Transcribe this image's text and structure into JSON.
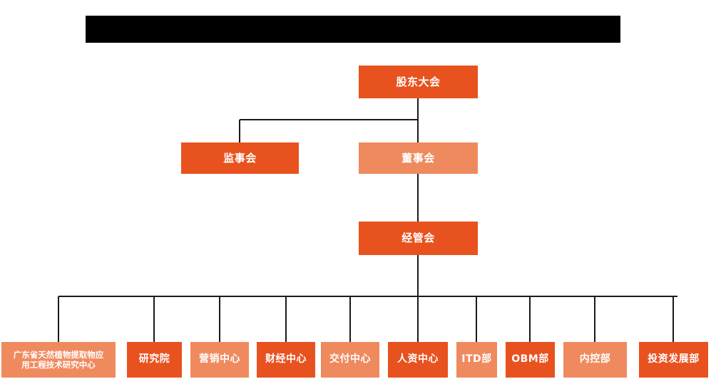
{
  "chart_data": {
    "type": "diagram",
    "title": "",
    "diagram_kind": "organization-chart",
    "colors": {
      "dark_orange": "#e8521f",
      "light_orange": "#ef8a5e",
      "banner": "#000000",
      "connector": "#1a1a1a",
      "background": "#ffffff",
      "node_text": "#ffffff"
    },
    "levels": [
      {
        "level": 1,
        "nodes": [
          "股东大会"
        ]
      },
      {
        "level": 2,
        "nodes": [
          "监事会",
          "董事会"
        ]
      },
      {
        "level": 3,
        "nodes": [
          "经管会"
        ]
      },
      {
        "level": 4,
        "nodes": [
          "广东省天然植物提取物应用工程技术研究中心",
          "研究院",
          "营销中心",
          "财经中心",
          "交付中心",
          "人资中心",
          "ITD部",
          "OBM部",
          "内控部",
          "投资发展部"
        ]
      }
    ],
    "edges": [
      {
        "from": "股东大会",
        "to": "监事会"
      },
      {
        "from": "股东大会",
        "to": "董事会"
      },
      {
        "from": "董事会",
        "to": "经管会"
      },
      {
        "from": "经管会",
        "to": "广东省天然植物提取物应用工程技术研究中心"
      },
      {
        "from": "经管会",
        "to": "研究院"
      },
      {
        "from": "经管会",
        "to": "营销中心"
      },
      {
        "from": "经管会",
        "to": "财经中心"
      },
      {
        "from": "经管会",
        "to": "交付中心"
      },
      {
        "from": "经管会",
        "to": "人资中心"
      },
      {
        "from": "经管会",
        "to": "ITD部"
      },
      {
        "from": "经管会",
        "to": "OBM部"
      },
      {
        "from": "经管会",
        "to": "内控部"
      },
      {
        "from": "经管会",
        "to": "投资发展部"
      }
    ]
  },
  "banner": {
    "text": ""
  },
  "nodes": {
    "shareholders_meeting": {
      "label": "股东大会"
    },
    "board_of_supervisors": {
      "label": "监事会"
    },
    "board_of_directors": {
      "label": "董事会"
    },
    "management_committee": {
      "label": "经管会"
    },
    "research_center_line1": {
      "label": "广东省天然植物提取物应"
    },
    "research_center_line2": {
      "label": "用工程技术研究中心"
    },
    "research_institute": {
      "label": "研究院"
    },
    "marketing_center": {
      "label": "营销中心"
    },
    "finance_center": {
      "label": "财经中心"
    },
    "delivery_center": {
      "label": "交付中心"
    },
    "hr_center": {
      "label": "人资中心"
    },
    "itd_dept": {
      "label": "ITD部"
    },
    "obm_dept": {
      "label": "OBM部"
    },
    "internal_control_dept": {
      "label": "内控部"
    },
    "investment_dev_dept": {
      "label": "投资发展部"
    }
  }
}
